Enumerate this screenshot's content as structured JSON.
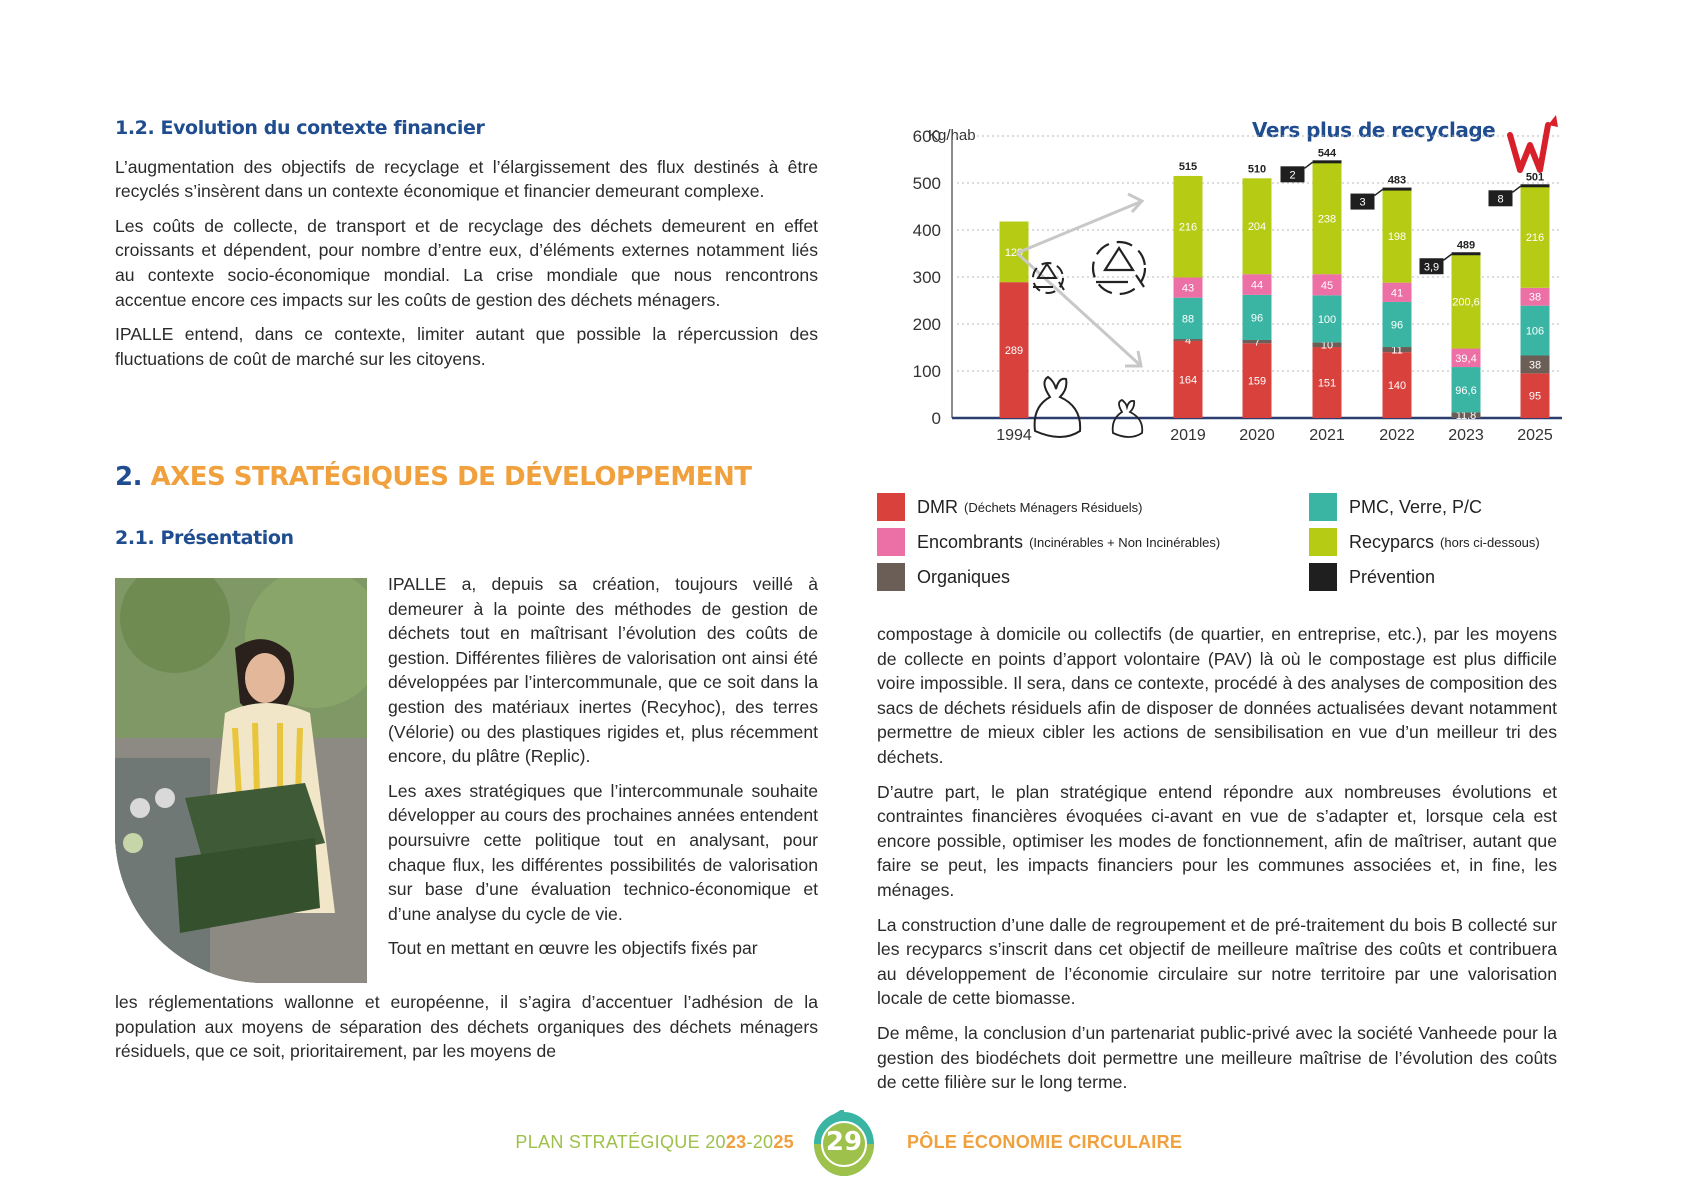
{
  "section_1_2": {
    "title": "1.2. Evolution du contexte financier",
    "paragraphs": [
      "L’augmentation des objectifs de recyclage et l’élargissement des flux destinés à être recyclés s’insèrent dans un contexte économique et financier demeurant complexe.",
      "Les coûts de collecte, de transport et de recyclage des déchets demeurent en effet croissants et dépendent, pour nombre d’entre eux, d’éléments externes notamment liés au contexte socio-économique mondial. La crise mondiale que nous rencontrons accentue encore ces impacts sur les coûts de gestion des déchets ménagers.",
      "IPALLE entend, dans ce contexte,  limiter autant que possible la répercussion des fluctuations de coût de marché sur les citoyens."
    ]
  },
  "section_2": {
    "number": "2.",
    "title": "AXES STRATÉGIQUES DE DÉVELOPPEMENT"
  },
  "section_2_1": {
    "title": "2.1. Présentation",
    "paragraphs": [
      "IPALLE a, depuis sa création, toujours veillé à demeurer à la pointe des méthodes de gestion de déchets tout en maîtrisant l’évolution des coûts de gestion. Différentes filières de valorisation ont ainsi été développées par l’intercommunale, que ce soit dans la gestion des matériaux inertes (Recyhoc), des terres (Vélorie) ou des plastiques rigides et, plus récemment encore, du plâtre (Replic).",
      "Les axes stratégiques que l’intercommunale souhaite développer au cours des prochaines années entendent poursuivre cette politique tout en analysant, pour chaque flux, les différentes possibilités de valorisation sur base d’une évaluation technico-économique et d’une analyse du cycle de vie."
    ],
    "para3_start": "Tout en mettant en œuvre les objectifs fixés par",
    "para3_rest": "les réglementations wallonne et européenne, il s’agira d’accentuer l’adhésion de la population aux moyens de séparation des déchets organiques des déchets ménagers résiduels, que ce soit, prioritairement, par les moyens de"
  },
  "right_column": {
    "paragraphs": [
      "compostage à domicile ou collectifs (de quartier, en entreprise, etc.), par les moyens de collecte en points d’apport volontaire (PAV) là où le compostage est plus difficile voire impossible. Il sera, dans ce contexte, procédé à des analyses de composition des sacs de déchets résiduels afin de disposer de données actualisées devant notamment permettre de mieux cibler les actions de sensibilisation en vue d’un meilleur tri des déchets.",
      "D’autre part, le plan stratégique entend répondre aux nombreuses évolutions et contraintes financières évoquées ci-avant en vue de s’adapter et, lorsque cela est encore possible, optimiser les modes de fonctionnement, afin de maîtriser, autant que faire se peut, les impacts financiers pour les communes associées et, in fine, les ménages.",
      "La construction d’une dalle de regroupement et de pré-traitement du bois B collecté sur les recyparcs s’inscrit dans cet objectif de meilleure maîtrise des coûts et contribuera au développement de l’économie circulaire sur notre territoire par une valorisation locale de cette biomasse.",
      "De même, la conclusion d’un partenariat public-privé avec la société Vanheede pour la gestion des biodéchets doit permettre une meilleure maîtrise de l’évolution des coûts de cette filière sur le long terme."
    ]
  },
  "chart_data": {
    "type": "bar",
    "title": "Vers plus de recyclage",
    "ylabel": "Kg/hab",
    "ylim": [
      0,
      600
    ],
    "yticks": [
      "0",
      "100",
      "200",
      "300",
      "400",
      "500",
      "600"
    ],
    "categories": [
      "1994",
      "2019",
      "2020",
      "2021",
      "2022",
      "2023",
      "2025"
    ],
    "series": [
      {
        "name": "DMR",
        "color": "#d8413c",
        "values": [
          289,
          164,
          159,
          151,
          140,
          0,
          95
        ],
        "labels": [
          "289",
          "164",
          "159",
          "151",
          "140",
          "",
          "95"
        ]
      },
      {
        "name": "Organiques",
        "color": "#6b5e57",
        "values": [
          0,
          4,
          7,
          10,
          11,
          11.8,
          38
        ],
        "labels": [
          "",
          "4",
          "7",
          "10",
          "11",
          "11,8",
          "38"
        ]
      },
      {
        "name": "PMC, Verre, P/C",
        "color": "#3ab5a4",
        "values": [
          0,
          88,
          96,
          100,
          96,
          96.6,
          106
        ],
        "labels": [
          "",
          "88",
          "96",
          "100",
          "96",
          "96,6",
          "106"
        ]
      },
      {
        "name": "Encombrants",
        "color": "#ec6fa6",
        "values": [
          0,
          43,
          44,
          45,
          41,
          39.4,
          38
        ],
        "labels": [
          "",
          "43",
          "44",
          "45",
          "41",
          "39,4",
          "38"
        ]
      },
      {
        "name": "Recyparcs",
        "color": "#b6cc14",
        "values": [
          129,
          216,
          204,
          238,
          198,
          200.6,
          216
        ],
        "labels": [
          "129",
          "216",
          "204",
          "238",
          "198",
          "200,6",
          "216"
        ]
      }
    ],
    "totals": [
      "",
      "515",
      "510",
      "544",
      "483",
      "489",
      "501"
    ],
    "prevention": [
      "",
      "",
      "",
      "2",
      "3",
      "3,9",
      "8"
    ],
    "grid": true
  },
  "legend": {
    "items": [
      {
        "label": "DMR",
        "note": "(Déchets Ménagers Résiduels)",
        "color": "#d8413c"
      },
      {
        "label": "PMC, Verre, P/C",
        "note": "",
        "color": "#3ab5a4"
      },
      {
        "label": "Encombrants",
        "note": "(Incinérables + Non Incinérables)",
        "color": "#ec6fa6"
      },
      {
        "label": "Recyparcs",
        "note": "(hors ci-dessous)",
        "color": "#b6cc14"
      },
      {
        "label": "Organiques",
        "note": "",
        "color": "#6b5e57"
      },
      {
        "label": "Prévention",
        "note": "",
        "color": "#1f1f1f"
      }
    ]
  },
  "footer": {
    "left_prefix": "PLAN STRATÉGIQUE 20",
    "left_a": "23",
    "left_mid": "-20",
    "left_b": "25",
    "page_number": "29",
    "right": "PÔLE ÉCONOMIE CIRCULAIRE"
  },
  "icons": [
    "recycle-icon",
    "trash-bag-icon",
    "logo-w-arrow-icon",
    "arrow-icon"
  ]
}
